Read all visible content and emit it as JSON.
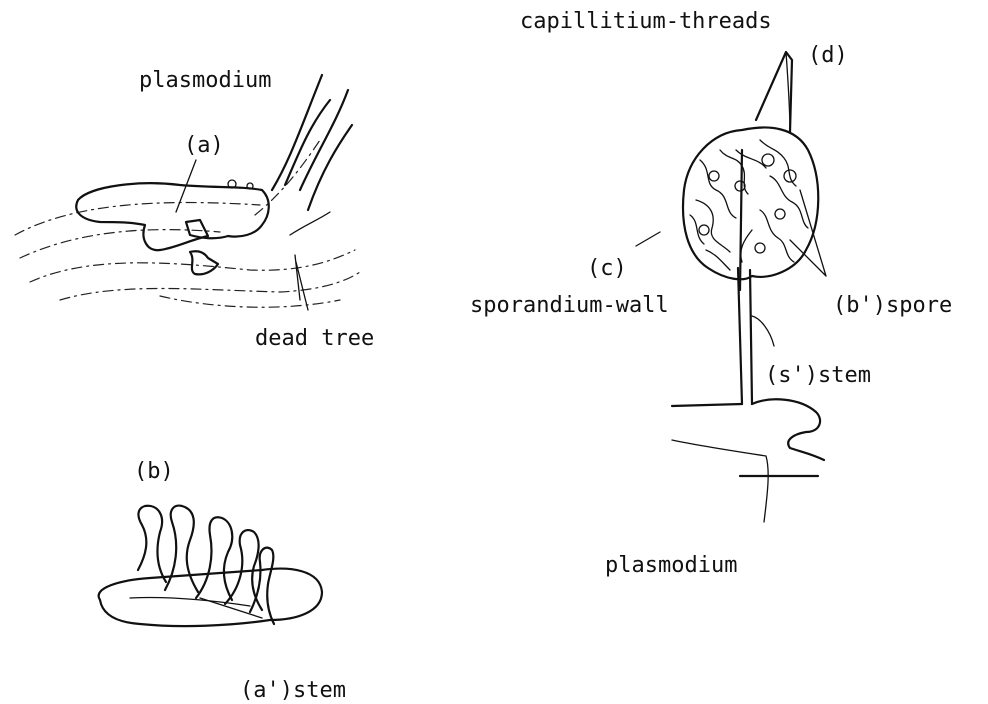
{
  "labels": {
    "plasmodium_top": "plasmodium",
    "a": "(a)",
    "dead_tree": "dead tree",
    "b": "(b)",
    "a_prime_stem": "(a')stem",
    "capillitium": "capillitium-threads",
    "d": "(d)",
    "c": "(c)",
    "sporandium_wall": "sporandium-wall",
    "b_prime_spore": "(b')spore",
    "s_prime_stem": "(s')stem",
    "plasmodium_bottom": "plasmodium"
  },
  "colors": {
    "ink": "#111111",
    "background": "#ffffff"
  }
}
